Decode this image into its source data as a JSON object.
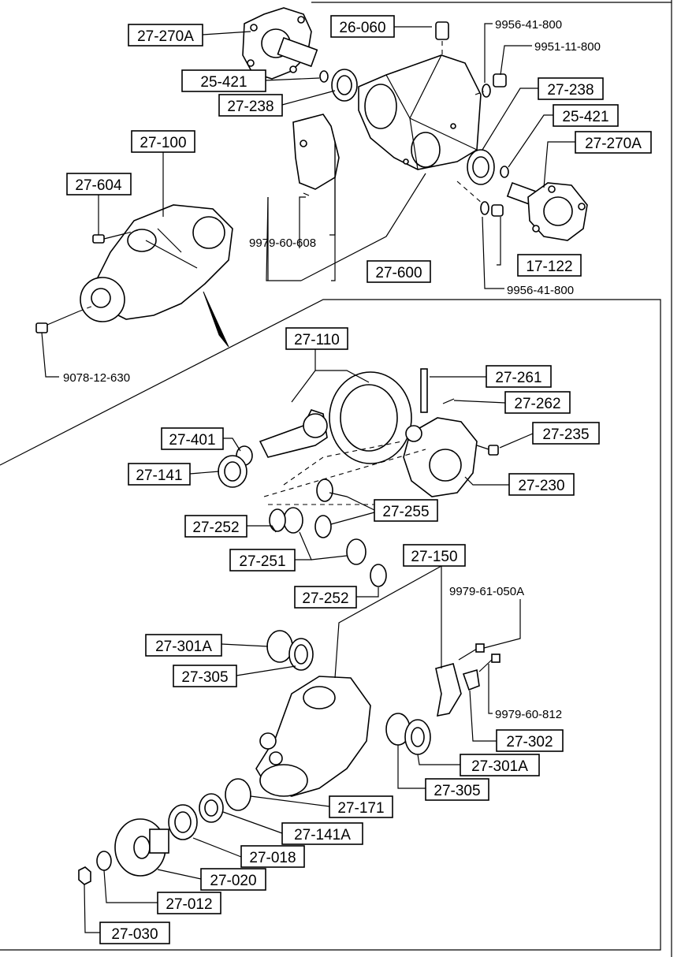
{
  "callouts": {
    "c27_270A_l": "27-270A",
    "c26_060": "26-060",
    "p9956_41_800_t": "9956-41-800",
    "p9951_11_800": "9951-11-800",
    "c25_421_l": "25-421",
    "c27_238_l": "27-238",
    "c27_238_r": "27-238",
    "c25_421_r": "25-421",
    "c27_270A_r": "27-270A",
    "c27_100": "27-100",
    "c27_604": "27-604",
    "p9979_60_608": "9979-60-608",
    "c17_122": "17-122",
    "c27_600": "27-600",
    "p9956_41_800_b": "9956-41-800",
    "p9078_12_630": "9078-12-630",
    "c27_110": "27-110",
    "c27_261": "27-261",
    "c27_262": "27-262",
    "c27_401": "27-401",
    "c27_235": "27-235",
    "c27_141": "27-141",
    "c27_230": "27-230",
    "c27_255": "27-255",
    "c27_252_a": "27-252",
    "c27_251": "27-251",
    "c27_150": "27-150",
    "c27_252_b": "27-252",
    "p9979_61_050A": "9979-61-050A",
    "c27_301A_l": "27-301A",
    "c27_305_l": "27-305",
    "p9979_60_812": "9979-60-812",
    "c27_302": "27-302",
    "c27_301A_r": "27-301A",
    "c27_305_r": "27-305",
    "c27_171": "27-171",
    "c27_141A": "27-141A",
    "c27_018": "27-018",
    "c27_020": "27-020",
    "c27_012": "27-012",
    "c27_030": "27-030"
  }
}
